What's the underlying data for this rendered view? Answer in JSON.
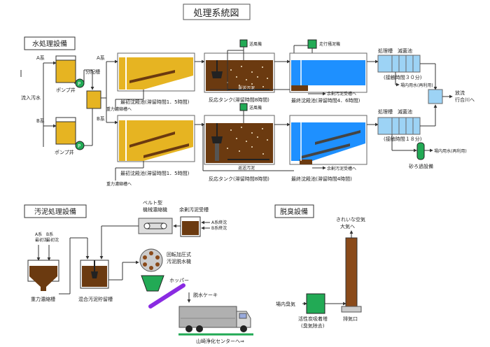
{
  "title": "処理系統図",
  "colors": {
    "sludge_tank": "#e6b422",
    "sludge_dark": "#6b3a10",
    "water": "#1e90ff",
    "water_light": "#9dd3f5",
    "green": "#22aa55",
    "line": "#333333"
  },
  "sections": {
    "water": "水処理設備",
    "sludge": "汚泥処理設備",
    "deodor": "脱臭設備"
  },
  "water": {
    "a_line": "A系",
    "b_line": "B系",
    "inflow": "流入汚水",
    "pump_well_a": "ポンプ井",
    "pump_well_b": "ポンプ井",
    "distributor": "分配槽",
    "a_tag": "A系",
    "b_tag": "B系",
    "to_gravity": "重力濃縮槽へ",
    "first_clar_a": "最初沈殿池(滞留時間1．5時間)",
    "first_clar_b": "最初沈殿池(滞留時間1．5時間)",
    "to_gravity_b": "重力濃縮槽へ",
    "blower_a": "送風機",
    "blower_b": "送風機",
    "reactor_a": "反応タンク(滞留時間8時間)",
    "reactor_b": "反応タンク(滞留時間8時間)",
    "return_a": "返送汚泥",
    "return_b": "返送汚泥",
    "scraper": "走行掻泥機",
    "excess_a": "余剰汚泥受槽へ",
    "excess_b": "余剰汚泥受槽へ",
    "final_a": "最終沈殿池(滞留時間4．6時間)",
    "final_b": "最終沈殿池(滞留時間4時間)",
    "treat_a": "処理槽　滅菌池",
    "contact_a": "(接触時間３０分)",
    "reuse_a": "場内用水(再利用)",
    "treat_b": "処理槽　滅菌池",
    "contact_b": "(接触時間１８分)",
    "reuse_b": "場内用水(再利用)",
    "sand_filter": "砂ろ過設備",
    "discharge1": "放流",
    "discharge2": "行合川へ",
    "p": "P"
  },
  "sludge": {
    "a_src1": "A系",
    "a_src2": "最初沈",
    "b_src1": "B系",
    "b_src2": "最初沈",
    "gravity": "重力濃縮槽",
    "mix": "混合汚泥貯留槽",
    "belt1": "ベルト型",
    "belt2": "機械濃縮機",
    "excess": "余剰汚泥受槽",
    "from_a": "A系終沈",
    "from_b": "B系終沈",
    "press1": "回転加圧式",
    "press2": "汚泥脱水機",
    "hopper": "ホッパー",
    "cake": "脱水ケーキ",
    "dest": "山崎浄化センターへ⇒"
  },
  "deodor": {
    "clean1": "きれいな空気",
    "clean2": "大気へ",
    "indoor": "場内臭気",
    "carbon1": "活性炭吸着塔",
    "carbon2": "(臭気除去)",
    "exhaust": "排気口"
  }
}
